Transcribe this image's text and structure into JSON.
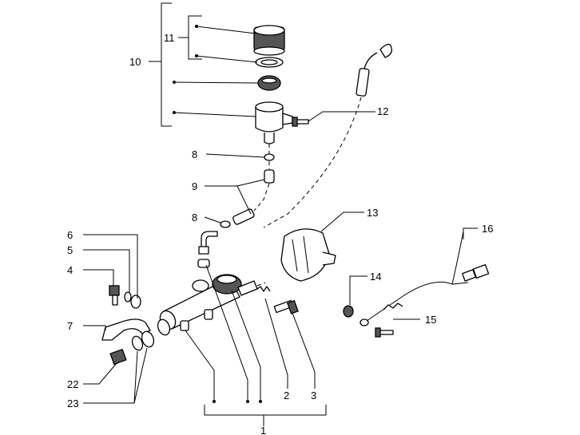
{
  "callouts": {
    "c1": "1",
    "c2": "2",
    "c3": "3",
    "c4": "4",
    "c5": "5",
    "c6": "6",
    "c7": "7",
    "c8a": "8",
    "c8b": "8",
    "c9": "9",
    "c10": "10",
    "c11": "11",
    "c12": "12",
    "c13": "13",
    "c14": "14",
    "c15": "15",
    "c16": "16",
    "c22": "22",
    "c23": "23"
  },
  "colors": {
    "ink": "#000000",
    "background": "#ffffff"
  }
}
